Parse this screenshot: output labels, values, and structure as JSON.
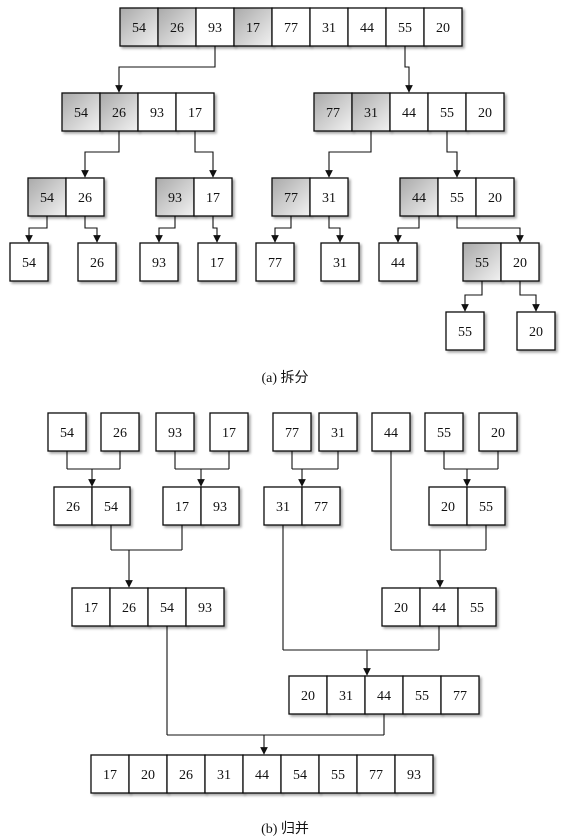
{
  "split": {
    "caption": "(a) 拆分",
    "levels": [
      [
        {
          "values": [
            "54",
            "26",
            "93",
            "17",
            "77",
            "31",
            "44",
            "55",
            "20"
          ],
          "shaded": [
            0,
            1,
            3
          ]
        }
      ],
      [
        {
          "values": [
            "54",
            "26",
            "93",
            "17"
          ],
          "shaded": [
            0,
            1
          ]
        },
        {
          "values": [
            "77",
            "31",
            "44",
            "55",
            "20"
          ],
          "shaded": [
            0,
            1
          ]
        }
      ],
      [
        {
          "values": [
            "54",
            "26"
          ],
          "shaded": [
            0
          ]
        },
        {
          "values": [
            "93",
            "17"
          ],
          "shaded": [
            0
          ]
        },
        {
          "values": [
            "77",
            "31"
          ],
          "shaded": [
            0
          ]
        },
        {
          "values": [
            "44",
            "55",
            "20"
          ],
          "shaded": [
            0
          ]
        }
      ],
      [
        {
          "values": [
            "54"
          ]
        },
        {
          "values": [
            "26"
          ]
        },
        {
          "values": [
            "93"
          ]
        },
        {
          "values": [
            "17"
          ]
        },
        {
          "values": [
            "77"
          ]
        },
        {
          "values": [
            "31"
          ]
        },
        {
          "values": [
            "44"
          ]
        },
        {
          "values": [
            "55",
            "20"
          ],
          "shaded": [
            0
          ]
        }
      ],
      [
        {
          "values": [
            "55"
          ]
        },
        {
          "values": [
            "20"
          ]
        }
      ]
    ]
  },
  "merge": {
    "caption": "(b) 归并",
    "levels": [
      [
        {
          "values": [
            "54"
          ]
        },
        {
          "values": [
            "26"
          ]
        },
        {
          "values": [
            "93"
          ]
        },
        {
          "values": [
            "17"
          ]
        },
        {
          "values": [
            "77"
          ]
        },
        {
          "values": [
            "31"
          ]
        },
        {
          "values": [
            "44"
          ]
        },
        {
          "values": [
            "55"
          ]
        },
        {
          "values": [
            "20"
          ]
        }
      ],
      [
        {
          "values": [
            "26",
            "54"
          ]
        },
        {
          "values": [
            "17",
            "93"
          ]
        },
        {
          "values": [
            "31",
            "77"
          ]
        },
        {
          "values": [
            "20",
            "55"
          ]
        }
      ],
      [
        {
          "values": [
            "17",
            "26",
            "54",
            "93"
          ]
        },
        {
          "values": [
            "20",
            "44",
            "55"
          ]
        }
      ],
      [
        {
          "values": [
            "20",
            "31",
            "44",
            "55",
            "77"
          ]
        }
      ],
      [
        {
          "values": [
            "17",
            "20",
            "26",
            "31",
            "44",
            "54",
            "55",
            "77",
            "93"
          ]
        }
      ]
    ]
  },
  "colors": {
    "shade_dark": "#a9a9a9",
    "shade_light": "#f2f2f2",
    "cell_fill": "#ffffff",
    "stroke": "#111111"
  }
}
